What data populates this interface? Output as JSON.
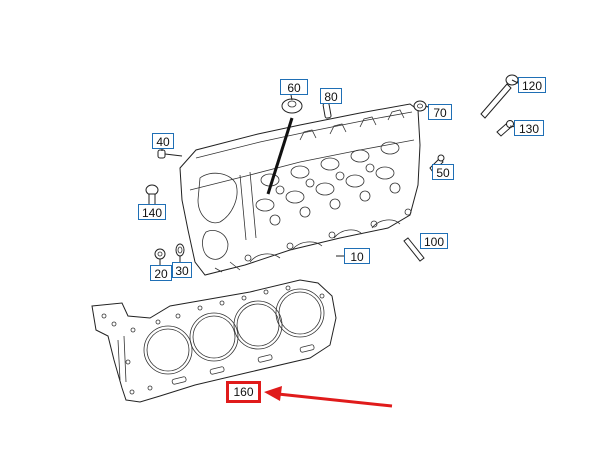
{
  "diagram": {
    "callouts": [
      {
        "id": "60",
        "label": "60"
      },
      {
        "id": "80",
        "label": "80"
      },
      {
        "id": "120",
        "label": "120"
      },
      {
        "id": "70",
        "label": "70"
      },
      {
        "id": "130",
        "label": "130"
      },
      {
        "id": "40",
        "label": "40"
      },
      {
        "id": "50",
        "label": "50"
      },
      {
        "id": "140",
        "label": "140"
      },
      {
        "id": "100",
        "label": "100"
      },
      {
        "id": "10",
        "label": "10"
      },
      {
        "id": "20",
        "label": "20"
      },
      {
        "id": "30",
        "label": "30"
      },
      {
        "id": "160",
        "label": "160"
      }
    ],
    "highlight": {
      "target": "160",
      "color": "#e01b1b"
    },
    "colors": {
      "callout_border": "#1f6fb5",
      "line": "#222222",
      "arrow": "#e01b1b"
    }
  }
}
